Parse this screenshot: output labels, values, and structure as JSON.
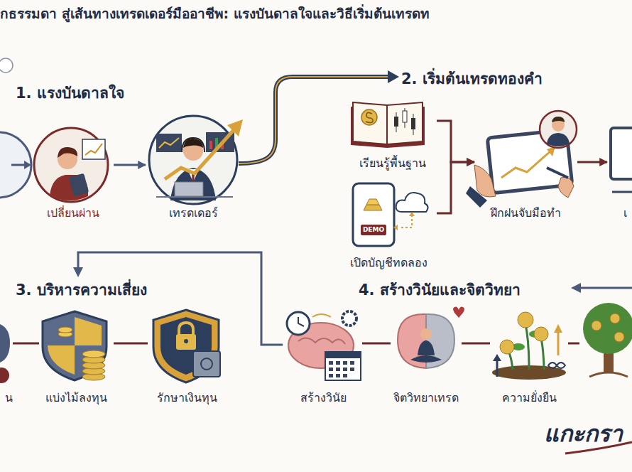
{
  "diagram": {
    "title": "็กธรรมดา สู่เส้นทางเทรดเดอร์มืออาชีพ: แรงบันดาลใจและวิธีเริ่มต้นเทรดท",
    "nodes": [
      {
        "text": [
          "เปลี่ยนผ่าน"
        ]
      },
      {
        "text": [
          "เทรดเดอร์"
        ]
      },
      {
        "text": [
          "เรียนรู้พื้นฐาน"
        ]
      },
      {
        "text": [
          "เปิดบัญชีทดลอง"
        ]
      },
      {
        "text": [
          "ฝึกฝนจับมือทำ"
        ]
      },
      {
        "text": [
          "เ"
        ]
      },
      {
        "text": [
          "น"
        ]
      },
      {
        "text": [
          "แบ่งไม้ลงทุน"
        ]
      },
      {
        "text": [
          "รักษาเงินทุน"
        ]
      },
      {
        "text": [
          "สร้างวินัย"
        ]
      },
      {
        "text": [
          "จิตวิทยาเทรด"
        ]
      },
      {
        "text": [
          "ความยั่งยืน"
        ]
      }
    ],
    "edges": [
      {
        "from": 0,
        "to": 1,
        "arrow": "to"
      },
      {
        "from": 2,
        "to": 4,
        "arrow": "to"
      },
      {
        "from": 3,
        "to": 4,
        "arrow": "to"
      },
      {
        "from": 4,
        "to": 5,
        "arrow": "to"
      },
      {
        "from": 6,
        "to": 7,
        "arrow": "none"
      },
      {
        "from": 7,
        "to": 8,
        "arrow": "none"
      },
      {
        "from": 9,
        "to": 10,
        "arrow": "none"
      },
      {
        "from": 10,
        "to": 11,
        "arrow": "none"
      }
    ],
    "labels": [
      "1. แรงบันดาลใจ",
      "2. เริ่มต้นเทรดทองคำ",
      "DEMO",
      "3. บริหารความเสี่ยง",
      "4. สร้างวินัยและจิตวิทยา",
      "แกะกรา"
    ]
  }
}
